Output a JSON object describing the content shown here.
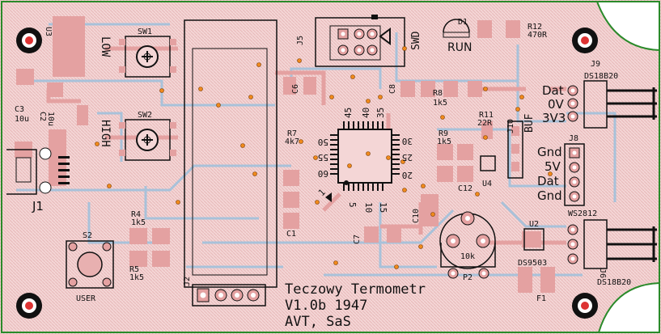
{
  "components": {
    "u3": "U3",
    "sw1": "SW1",
    "sw2": "SW2",
    "low": "LOW",
    "high": "HIGH",
    "c3": "C3",
    "c3_val": "10u",
    "c2": "C2",
    "c2_val": "10u",
    "j1": "J1",
    "s2": "S2",
    "user": "USER",
    "r4": "R4",
    "r4_val": "1k5",
    "r5": "R5",
    "r5_val": "1k5",
    "j5": "J5",
    "swd": "SWD",
    "d1": "D1",
    "run": "RUN",
    "r12": "R12",
    "r12_val": "470R",
    "c6": "C6",
    "c8": "C8",
    "r8": "R8",
    "r8_val": "1k5",
    "r7": "R7",
    "r7_val": "4k7",
    "c1": "C1",
    "r11": "R11",
    "r11_val": "22R",
    "j10": "J10",
    "buf": "BUF",
    "r9": "R9",
    "r9_val": "1k5",
    "c12": "C12",
    "u4": "U4",
    "c10": "C10",
    "c7": "C7",
    "p2": "P2",
    "p2_val": "10k",
    "j9": "J9",
    "ds18b20_top": "DS18B20",
    "dat": "Dat",
    "v0": "0V",
    "v33": "3V3",
    "j8": "J8",
    "gnd": "Gnd",
    "v5": "5V",
    "dat2": "Dat",
    "gnd2": "Gnd",
    "ws2812": "WS2812",
    "u2": "U2",
    "ds9503": "DS9503",
    "f1": "F1",
    "j6": "J6",
    "ds18b20_bot": "DS18B20",
    "j2": "J2"
  },
  "ic_pins": {
    "p45": "45",
    "p40": "40",
    "p35": "35",
    "p30": "30",
    "p25": "25",
    "p20": "20",
    "p50": "50",
    "p55": "55",
    "p60": "60",
    "p1": "1",
    "p5": "5",
    "p10": "10",
    "p15": "15"
  },
  "title": {
    "line1": "Teczowy Termometr",
    "line2": "V1.0b 1947",
    "line3": "AVT, SaS"
  },
  "colors": {
    "board": "#f2cfcf",
    "copper": "#e4a1a1",
    "trace_blue": "#9cc0dc",
    "silk": "#111111",
    "via": "#f08a1c",
    "outline": "#2a8a2a"
  }
}
